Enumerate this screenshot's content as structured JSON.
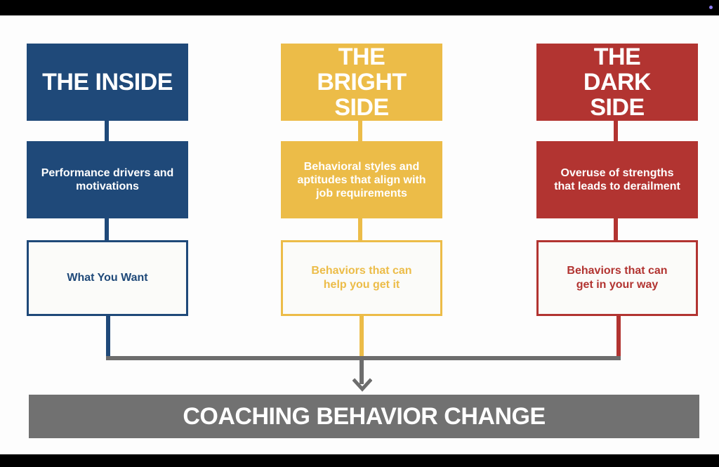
{
  "colors": {
    "inside": "#1f4979",
    "bright": "#ecbc48",
    "dark": "#b23431",
    "connector": "#6d6d6d",
    "banner": "#717171"
  },
  "columns": [
    {
      "title": "THE INSIDE",
      "description": "Performance drivers and motivations",
      "outcome": "What You Want"
    },
    {
      "title": "THE BRIGHT SIDE",
      "description": "Behavioral styles and aptitudes that align with job requirements",
      "outcome": "Behaviors that can help you get it"
    },
    {
      "title": "THE DARK SIDE",
      "description": "Overuse of strengths that leads to derailment",
      "outcome": "Behaviors that can get in your way"
    }
  ],
  "banner": {
    "label": "COACHING BEHAVIOR CHANGE"
  }
}
